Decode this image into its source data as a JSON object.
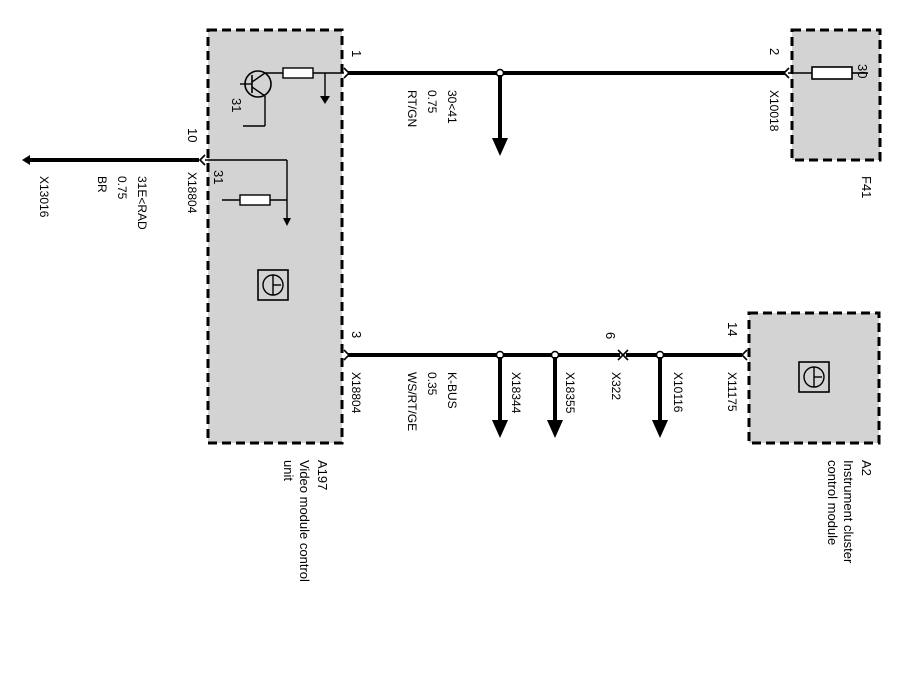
{
  "colors": {
    "module_fill": "#d3d3d3",
    "wire": "#000000",
    "background": "#ffffff"
  },
  "components": {
    "a197": {
      "id": "A197",
      "name_line1": "Video module control",
      "name_line2": "unit",
      "icon": "control-unit-icon"
    },
    "f41": {
      "id": "F41",
      "pin_label": "30",
      "icon": "fuse-icon"
    },
    "a2": {
      "id": "A2",
      "name_line1": "Instrument cluster",
      "name_line2": "control module",
      "icon": "control-unit-icon"
    }
  },
  "pins": {
    "a197_pin1": "1",
    "a197_pin3": "3",
    "a197_pin10": "10",
    "a197_internal_31_top": "31",
    "a197_internal_31_bottom": "31",
    "f41_pin2": "2",
    "x322_pin6": "6",
    "a2_pin14": "14"
  },
  "connectors": {
    "x10018": "X10018",
    "x18804_top": "X18804",
    "x18804_bottom": "X18804",
    "x13016": "X13016",
    "x18344": "X18344",
    "x18355": "X18355",
    "x322": "X322",
    "x10116": "X10116",
    "x11175": "X11175"
  },
  "wires": {
    "power": {
      "signal": "30<41",
      "size": "0.75",
      "color": "RT/GN"
    },
    "ground": {
      "signal": "31E<RAD",
      "size": "0.75",
      "color": "BR"
    },
    "kbus": {
      "signal": "K-BUS",
      "size": "0.35",
      "color": "WS/RT/GE"
    }
  }
}
